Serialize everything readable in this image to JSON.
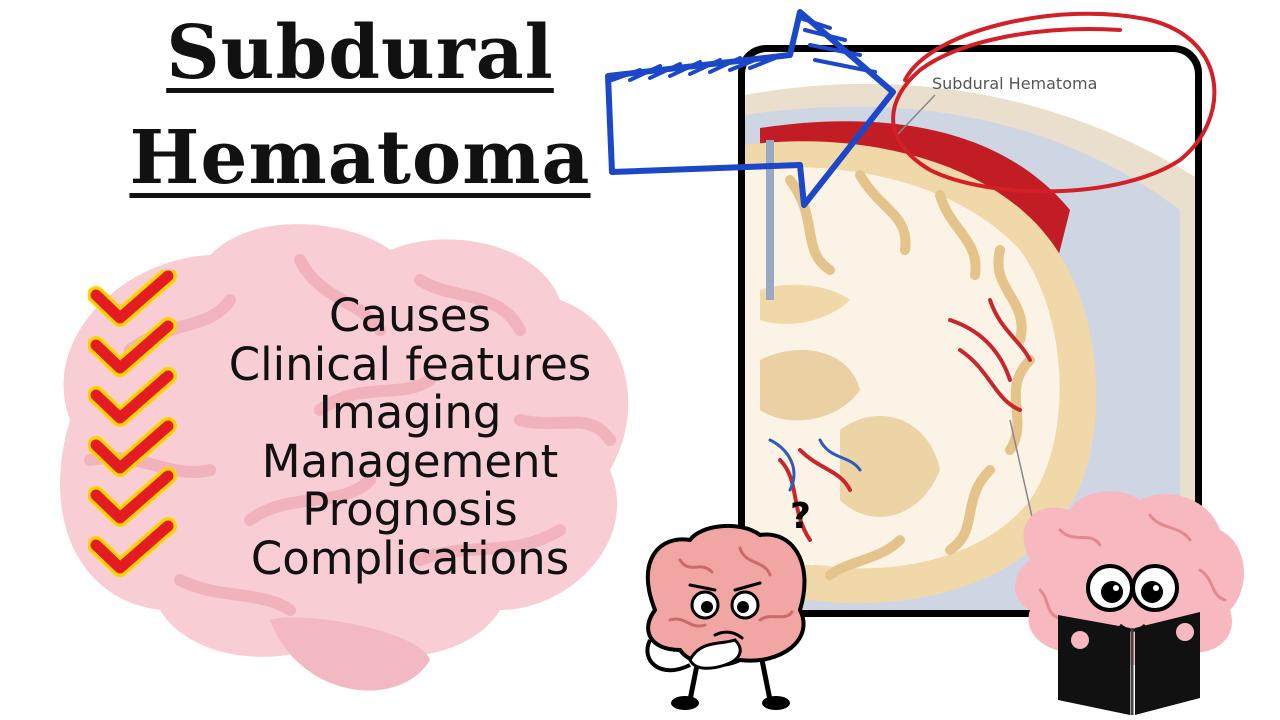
{
  "title": {
    "line1": "Subdural",
    "line2": "Hematoma"
  },
  "topics": [
    "Causes",
    "Clinical features",
    "Imaging",
    "Management",
    "Prognosis",
    "Complications"
  ],
  "diagram": {
    "label": "Subdural Hematoma"
  },
  "thinking_mark": "?",
  "colors": {
    "check_red": "#e51b23",
    "check_yellow": "#ffd400",
    "brain_pink": "#f7c9cf",
    "arrow_blue": "#1b47c8",
    "circle_red": "#d31f26",
    "hematoma_red": "#c21d24"
  },
  "icons": [
    "checkmark-icon",
    "pink-brain-illustration",
    "blue-arrow-icon",
    "red-circle-highlight",
    "thinking-brain-mascot",
    "reading-brain-mascot",
    "book-icon"
  ]
}
